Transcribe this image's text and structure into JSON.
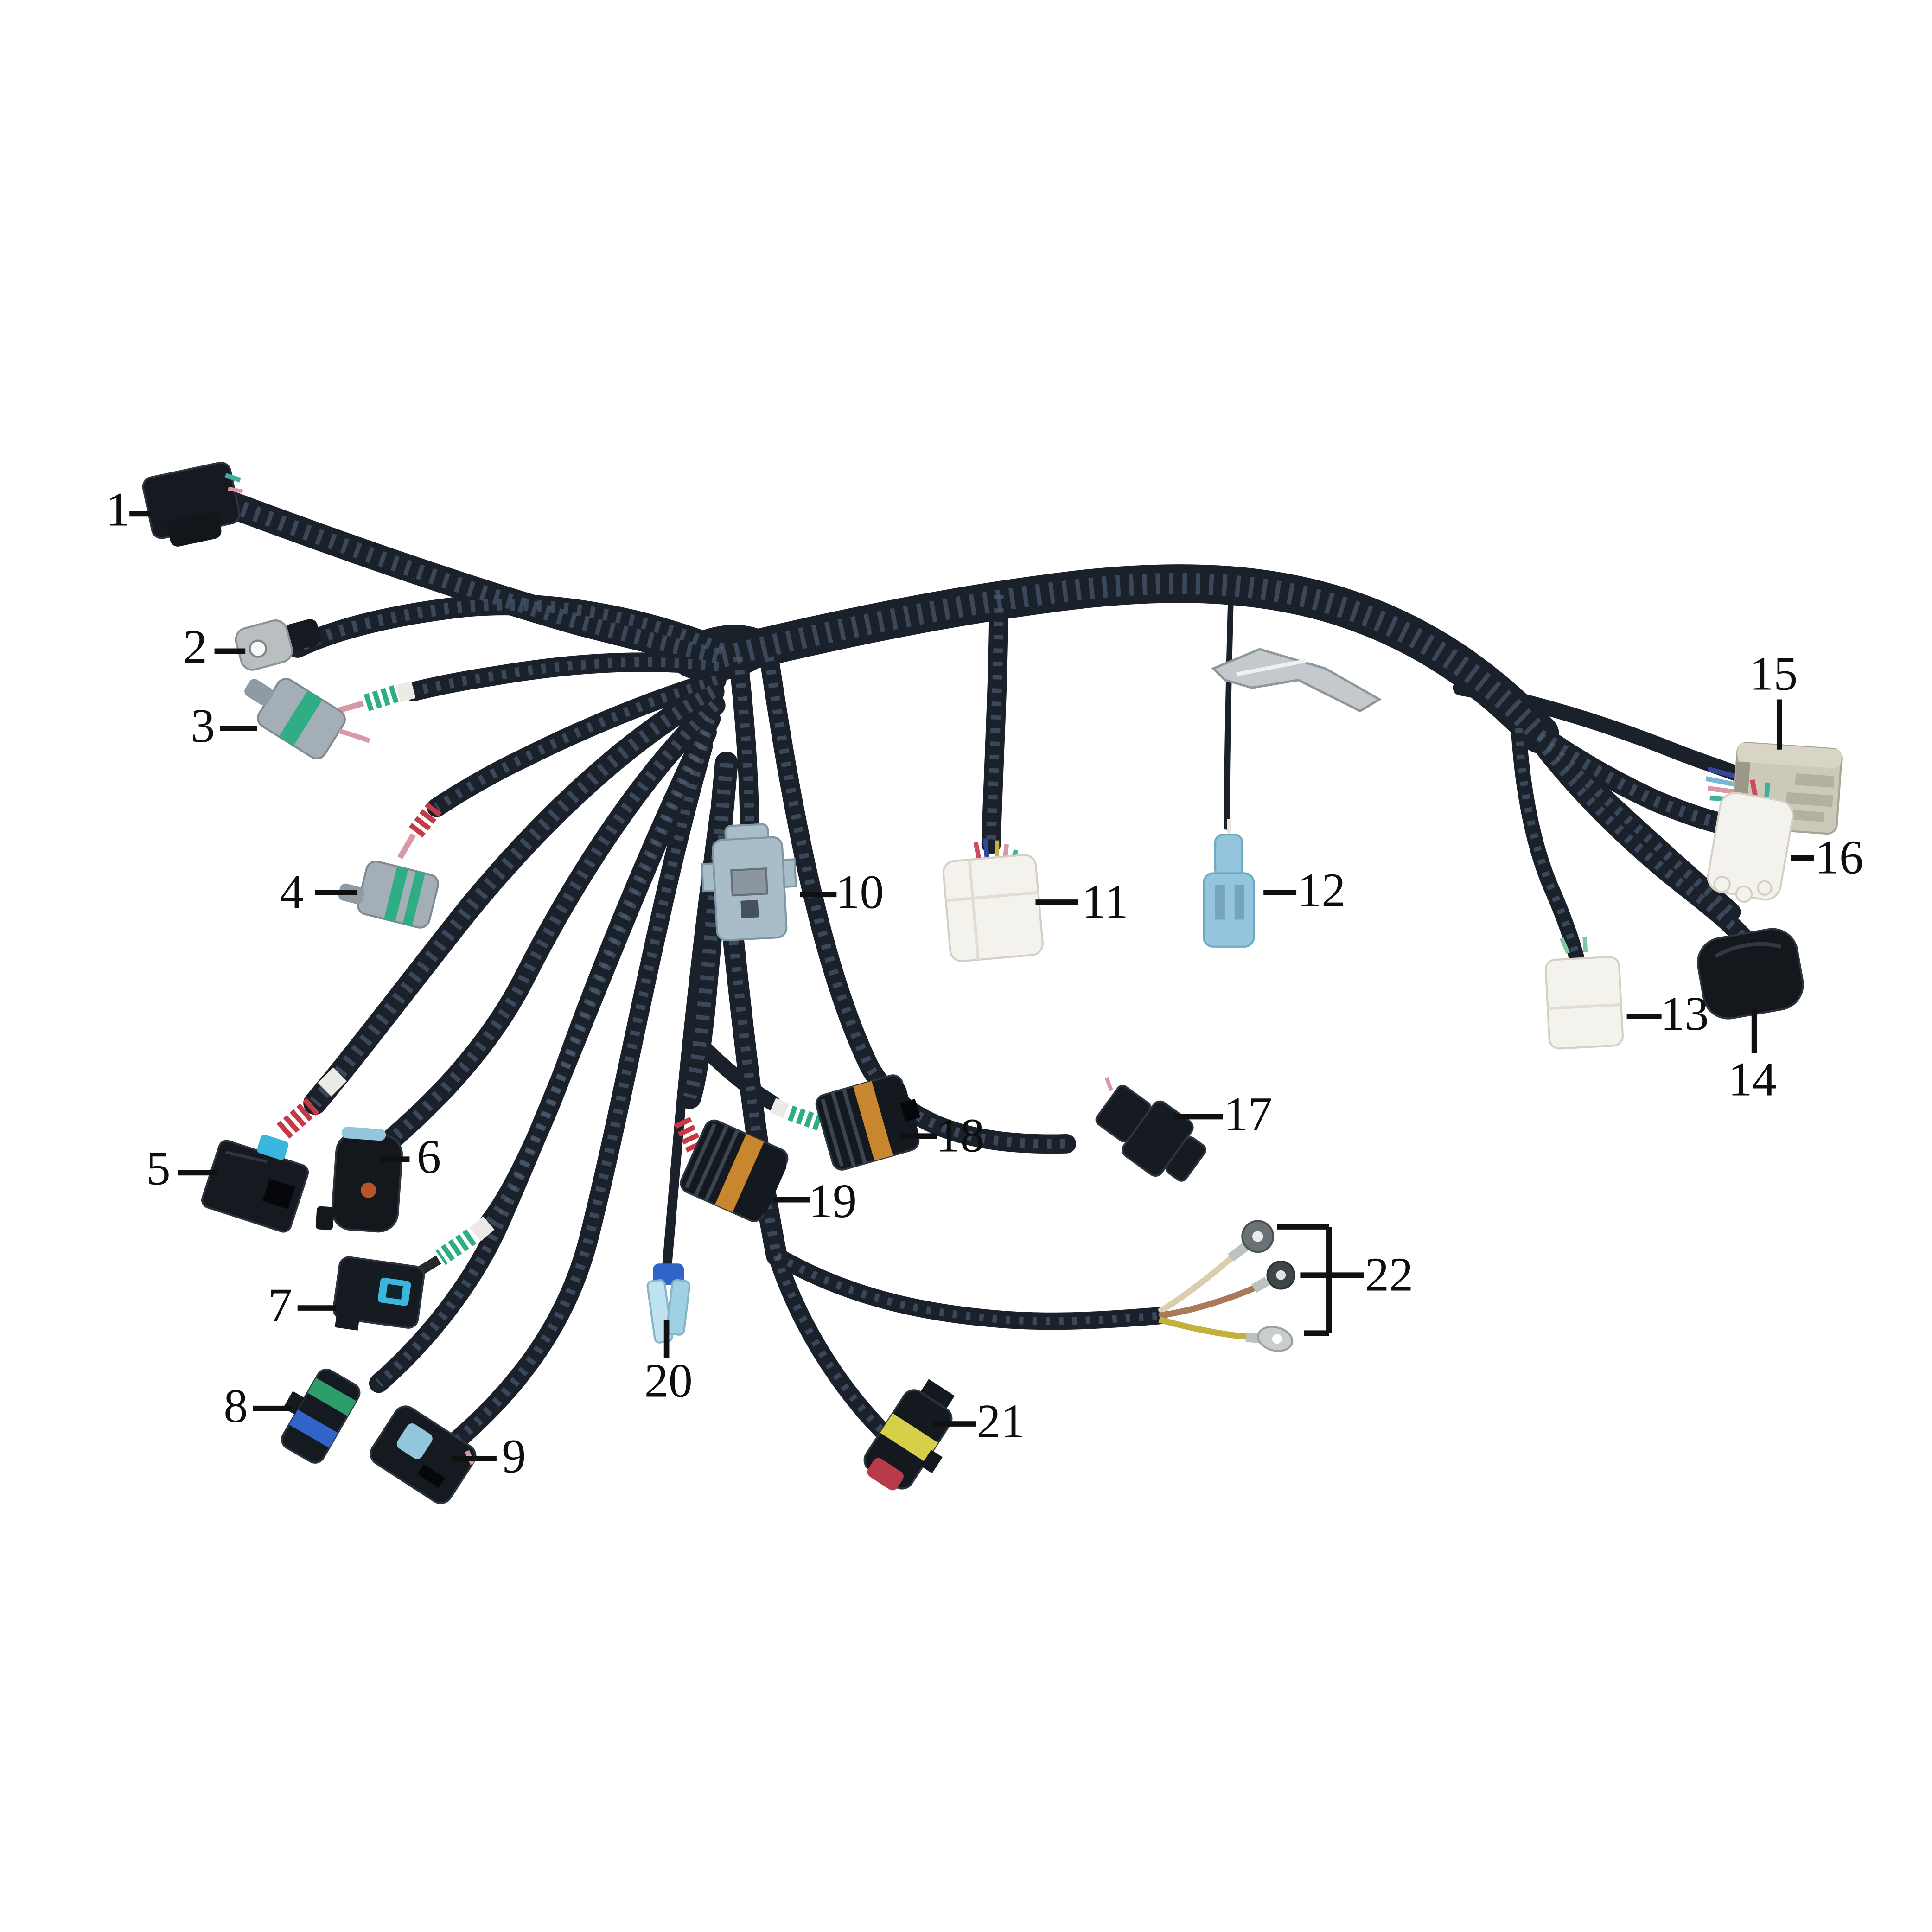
{
  "diagram": {
    "kind": "wiring-harness parts diagram",
    "background": "#ffffff"
  },
  "palette": {
    "tube_black": "#1a212b",
    "rib_highlight": "#4b5d72",
    "connector_black": "#161a20",
    "connector_gray": "#a3aeb6",
    "connector_blue_gray": "#a9bdc9",
    "connector_light_blue": "#93c6dc",
    "connector_white": "#f4f2ed",
    "connector_tan_gray": "#ccc9ba",
    "band_green": "#2fae85",
    "band_orange": "#c8862f",
    "band_blue": "#3064c8",
    "band_yellow": "#d6d049",
    "tip_red": "#b93a49",
    "latch_cyan": "#3ab5de",
    "coil_red": "#c53a46",
    "tape_white": "#eceae4",
    "ring_silver": "#bcc2c2",
    "wire_tan": "#d9cfae",
    "wire_brown": "#a87a58",
    "wire_yellow": "#c4b03c"
  },
  "labels": [
    {
      "text": "1"
    },
    {
      "text": "2"
    },
    {
      "text": "3"
    },
    {
      "text": "4"
    },
    {
      "text": "5"
    },
    {
      "text": "6"
    },
    {
      "text": "7"
    },
    {
      "text": "8"
    },
    {
      "text": "9"
    },
    {
      "text": "10"
    },
    {
      "text": "11"
    },
    {
      "text": "12"
    },
    {
      "text": "13"
    },
    {
      "text": "14"
    },
    {
      "text": "15"
    },
    {
      "text": "16"
    },
    {
      "text": "17"
    },
    {
      "text": "18"
    },
    {
      "text": "19"
    },
    {
      "text": "20"
    },
    {
      "text": "21"
    },
    {
      "text": "22"
    }
  ]
}
